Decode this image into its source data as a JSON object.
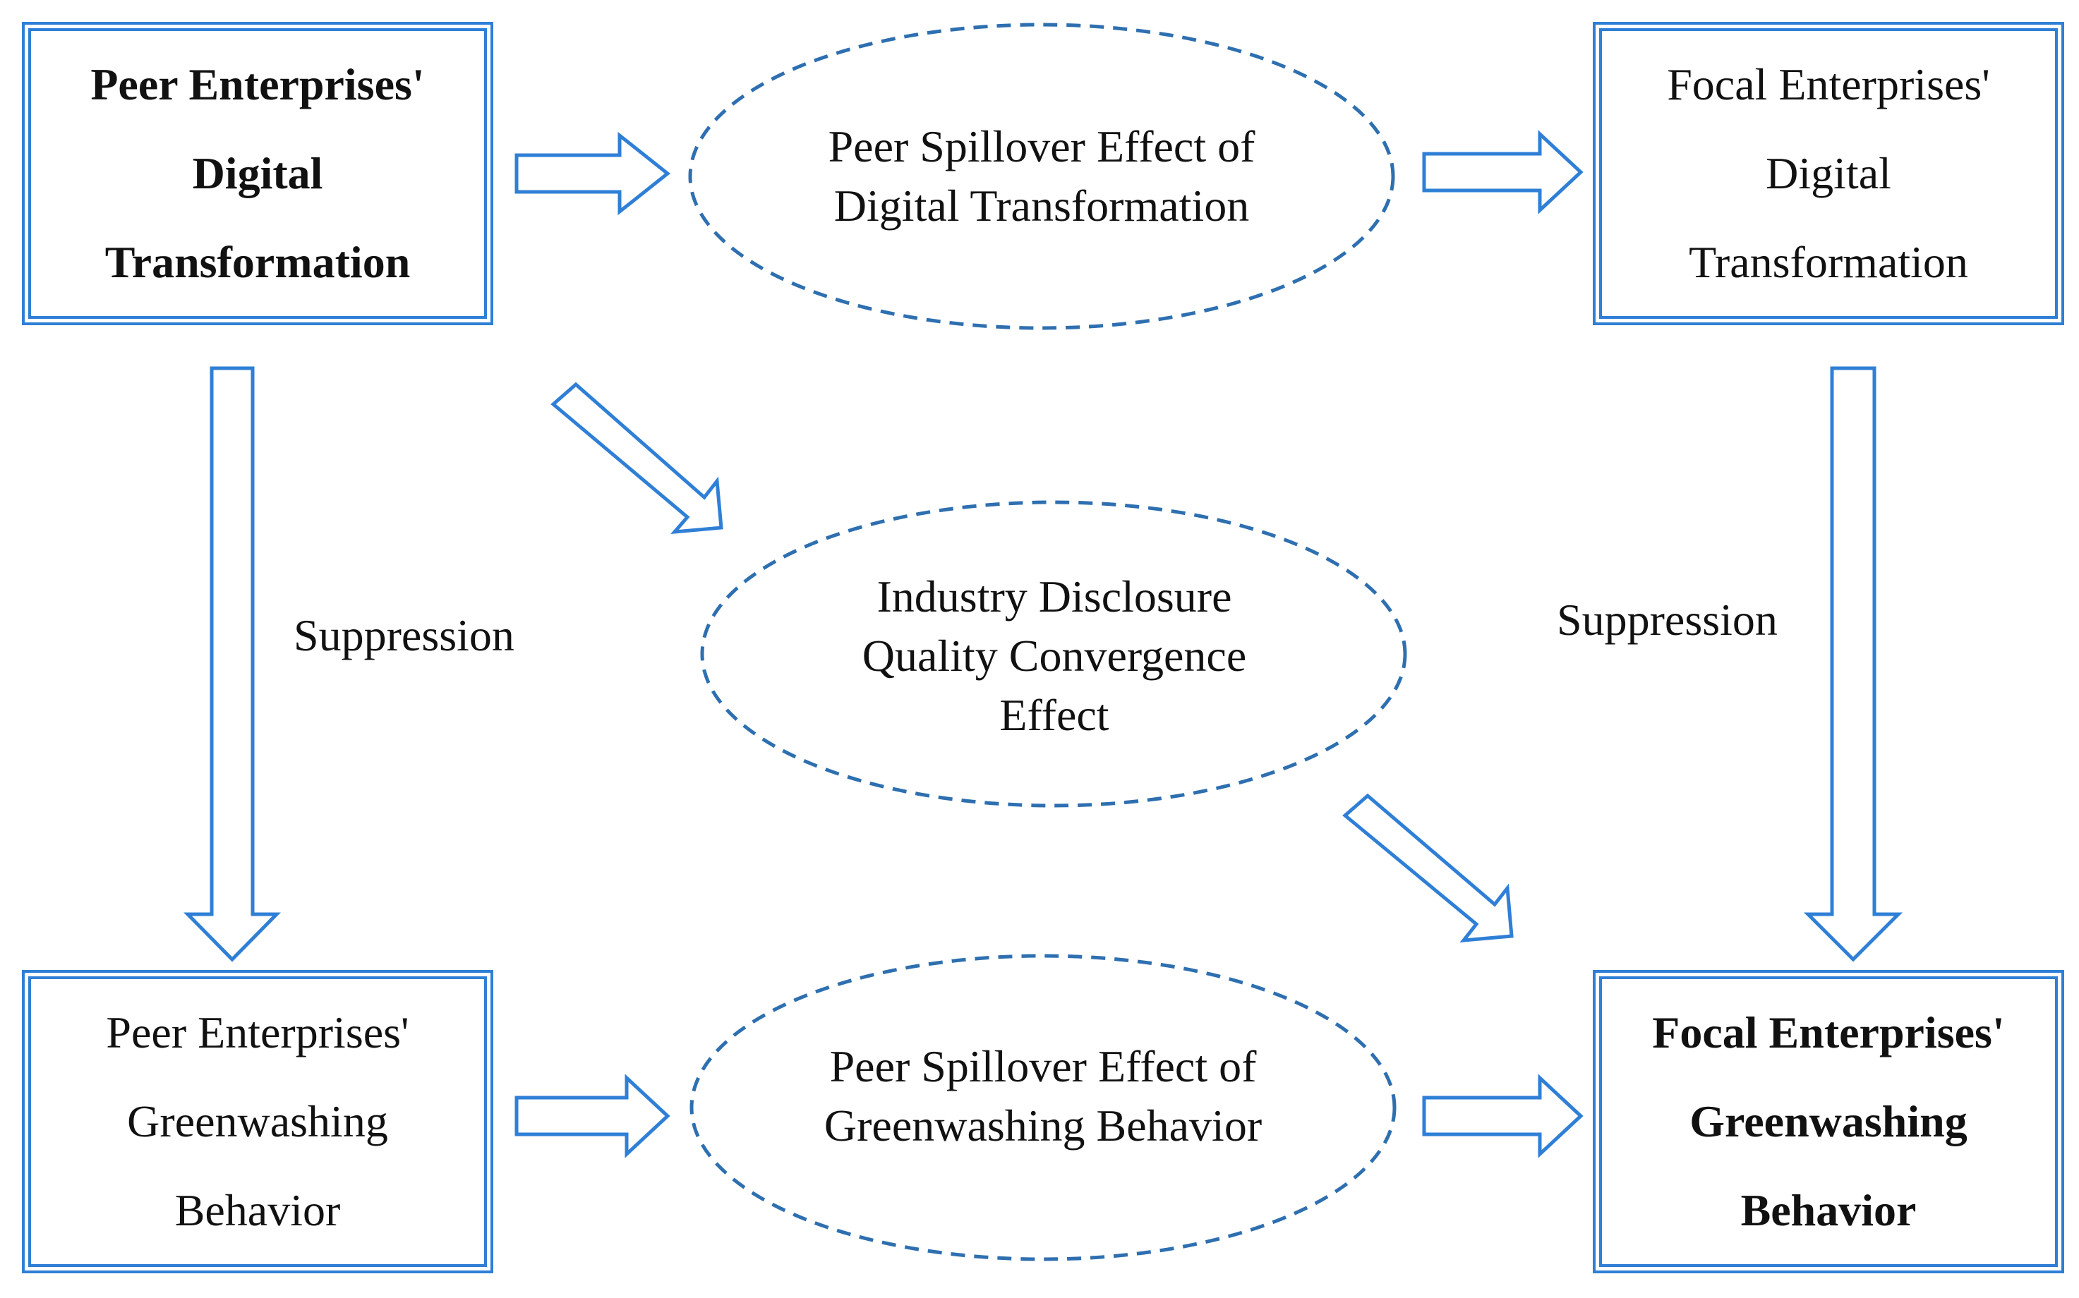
{
  "colors": {
    "box_border": "#2f7fd6",
    "arrow_stroke": "#2f7fd6",
    "ellipse_stroke": "#2e6fb0",
    "text": "#111111"
  },
  "boxes": {
    "peer_dt": [
      "Peer Enterprises'",
      "Digital",
      "Transformation"
    ],
    "focal_dt": [
      "Focal Enterprises'",
      "Digital",
      "Transformation"
    ],
    "peer_gw": [
      "Peer Enterprises'",
      "Greenwashing",
      "Behavior"
    ],
    "focal_gw": [
      "Focal Enterprises'",
      "Greenwashing",
      "Behavior"
    ]
  },
  "ellipses": {
    "dt_spillover": [
      "Peer Spillover Effect of",
      "Digital Transformation"
    ],
    "convergence": [
      "Industry Disclosure",
      "Quality Convergence",
      "Effect"
    ],
    "gw_spillover": [
      "Peer Spillover Effect of",
      "Greenwashing Behavior"
    ]
  },
  "edge_labels": {
    "left": "Suppression",
    "right": "Suppression"
  }
}
